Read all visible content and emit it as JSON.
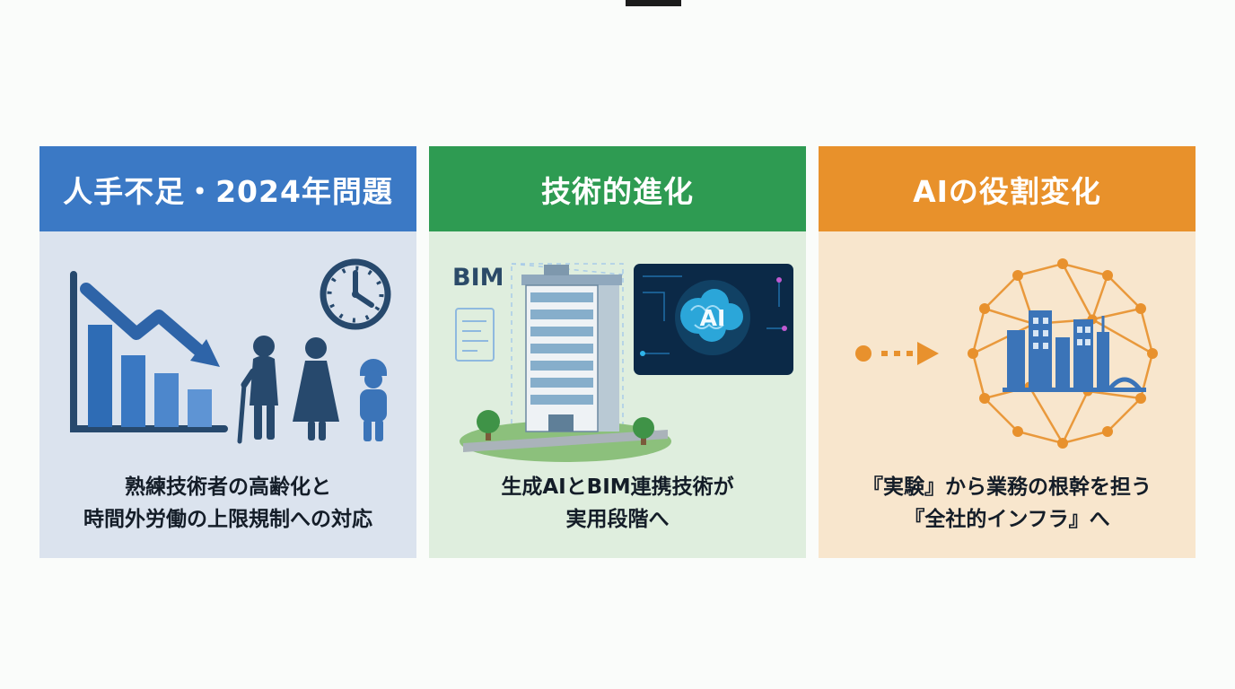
{
  "page": {
    "type": "infographic",
    "background_color": "#fafcfa"
  },
  "cards": [
    {
      "id": "labor-shortage-2024",
      "title": "人手不足・2024年問題",
      "header_color": "#3b79c5",
      "body_color": "#dbe3ee",
      "accent_color": "#2e64a8",
      "caption": {
        "line1": "熟練技術者の高齢化と",
        "line2": "時間外労働の上限規制への対応"
      },
      "icons": [
        "declining-bar-chart-icon",
        "down-arrow-icon",
        "clock-icon",
        "elderly-worker-icon",
        "female-worker-icon",
        "young-worker-icon"
      ]
    },
    {
      "id": "technological-evolution",
      "title": "技術的進化",
      "header_color": "#2e9b52",
      "body_color": "#dfeede",
      "labels": {
        "bim": "BIM",
        "ai": "AI"
      },
      "caption": {
        "line1": "生成AIとBIM連携技術が",
        "line2": "実用段階へ"
      },
      "icons": [
        "bim-building-icon",
        "ai-brain-icon",
        "hologram-panel-icon",
        "tree-icon"
      ]
    },
    {
      "id": "ai-role-change",
      "title": "AIの役割変化",
      "header_color": "#e8912b",
      "body_color": "#f8e6cd",
      "caption": {
        "line1": "『実験』から業務の根幹を担う",
        "line2": "『全社的インフラ』へ"
      },
      "icons": [
        "dot-icon",
        "dotted-arrow-icon",
        "network-globe-icon",
        "city-skyline-icon"
      ]
    }
  ]
}
